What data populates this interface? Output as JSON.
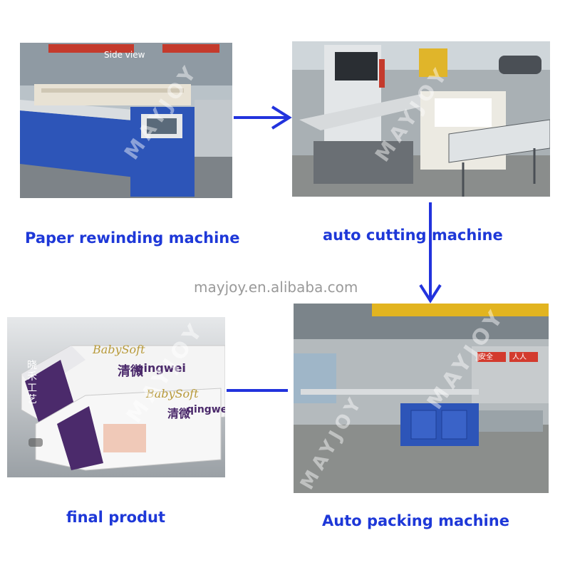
{
  "steps": {
    "rewinding": {
      "label": "Paper rewinding machine",
      "overlay": "Side view"
    },
    "cutting": {
      "label": "auto cutting machine"
    },
    "packing": {
      "label": "Auto packing machine"
    },
    "final": {
      "label": "final produt"
    }
  },
  "site": "mayjoy.en.alibaba.com",
  "watermark": "MAYJOY",
  "product_print": {
    "brand": "BabySoft",
    "sub": "qingwei",
    "cn_brand": "清微",
    "cn_vertical": "晓禾工艺"
  },
  "factory_signs": [
    "安全",
    "人人"
  ],
  "colors": {
    "label_blue": "#1e38d8",
    "arrow_blue": "#2233dd",
    "machine_blue": "#2d55b8"
  }
}
